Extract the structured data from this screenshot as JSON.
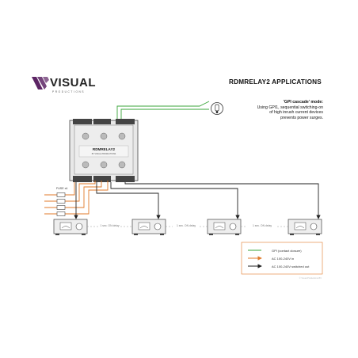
{
  "brand": {
    "name": "VISUAL",
    "sub": "PRODUCTIONS",
    "accent_color": "#5c2464"
  },
  "title": "RDMRELAY2 APPLICATIONS",
  "description": {
    "mode": "'GPI cascade' mode:",
    "lines": [
      "Using GPI1, sequential switching-on",
      "of high inrush current devices",
      "prevents power surges."
    ]
  },
  "device": {
    "name": "RDMRELAY2",
    "sub": "BY VISUAL PRODUCTIONS"
  },
  "fuse_label": "FUSE x4",
  "delays": [
    "1 sec. ON delay",
    "1 sec. ON delay",
    "1 sec. ON delay"
  ],
  "legend": {
    "items": [
      {
        "label": "GPI (contact closure)",
        "color": "#3aa63a"
      },
      {
        "label": "AC 100-240V in",
        "color": "#e07a2a"
      },
      {
        "label": "AC 100-240V switched out",
        "color": "#222222"
      }
    ]
  },
  "copyright": "© Visual Productions BV"
}
